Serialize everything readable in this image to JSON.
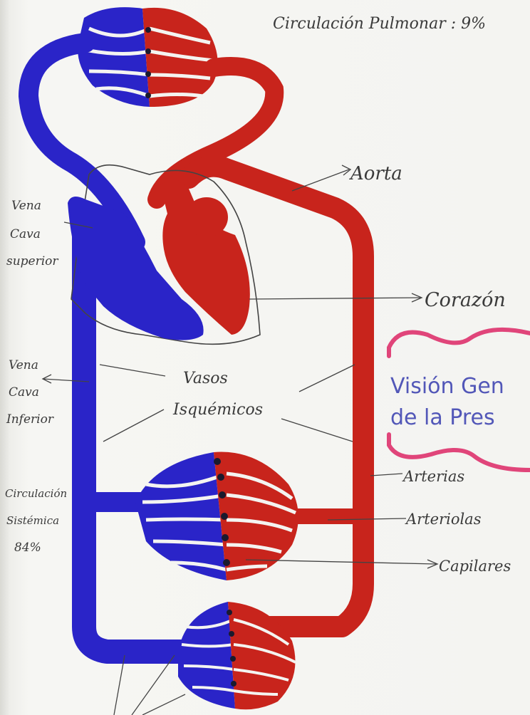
{
  "title": "Circulación Pulmonar : 9%",
  "labels": {
    "aorta": "Aorta",
    "corazon": "Corazón",
    "vena_cava_superior": [
      "Vena",
      "Cava",
      "superior"
    ],
    "vena_cava_inferior": [
      "Vena",
      "Cava",
      "Inferior"
    ],
    "vasos": [
      "Vasos",
      "Isquémicos"
    ],
    "circulacion_sistemica": [
      "Circulación",
      "Sistémica",
      "84%"
    ],
    "arterias": "Arterias",
    "arteriolas": "Arteriolas",
    "capilares": "Capilares"
  },
  "side_note": [
    "Visión Gen",
    "de la Pres"
  ],
  "colors": {
    "venous": "#2a24c8",
    "arterial": "#c8241c",
    "ink": "#3a3a3a",
    "brace": "#e0457a",
    "note_text": "#5257b8"
  }
}
